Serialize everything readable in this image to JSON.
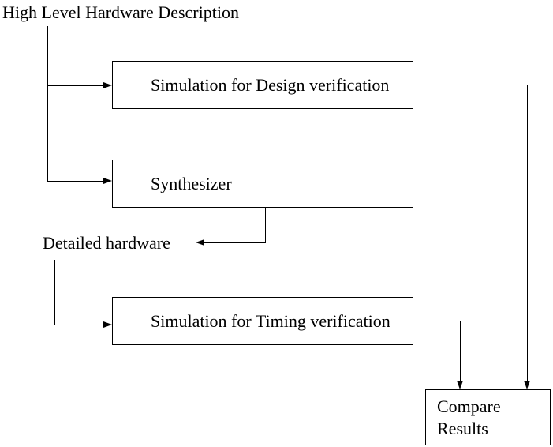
{
  "diagram": {
    "title_label": "High Level Hardware Description",
    "free_labels": {
      "detailed_hardware": "Detailed hardware"
    },
    "boxes": {
      "design_sim": "Simulation for Design verification",
      "synthesizer": "Synthesizer",
      "timing_sim": "Simulation for Timing verification",
      "compare_results": "Compare Results"
    },
    "edges": [
      {
        "from": "high-level-hardware-description",
        "to": "design_sim",
        "arrow": true
      },
      {
        "from": "high-level-hardware-description",
        "to": "synthesizer",
        "arrow": true
      },
      {
        "from": "synthesizer",
        "to": "detailed_hardware",
        "arrow": true
      },
      {
        "from": "detailed_hardware",
        "to": "timing_sim",
        "arrow": true
      },
      {
        "from": "design_sim",
        "to": "compare_results",
        "arrow": true
      },
      {
        "from": "timing_sim",
        "to": "compare_results",
        "arrow": true
      }
    ],
    "colors": {
      "line": "#000000",
      "text": "#000000",
      "background": "#ffffff"
    }
  }
}
